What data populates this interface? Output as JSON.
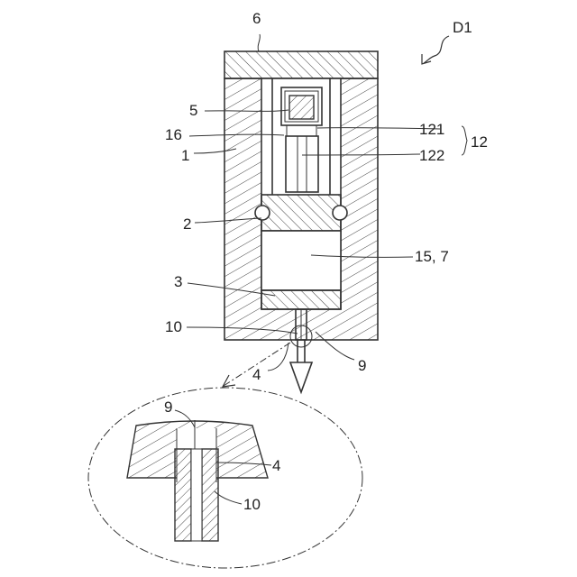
{
  "labels": {
    "top_plate": "6",
    "figure_id": "D1",
    "magnet": "5",
    "part_121": "121",
    "group_12": "12",
    "part_16": "16",
    "part_122": "122",
    "housing": "1",
    "piston": "2",
    "chamber": "15, 7",
    "bottom_plate": "3",
    "needle_tip": "10",
    "seal_9": "9",
    "contact_4": "4",
    "detail_9": "9",
    "detail_4": "4",
    "detail_10": "10"
  },
  "colors": {
    "line": "#333333",
    "background": "#ffffff"
  }
}
